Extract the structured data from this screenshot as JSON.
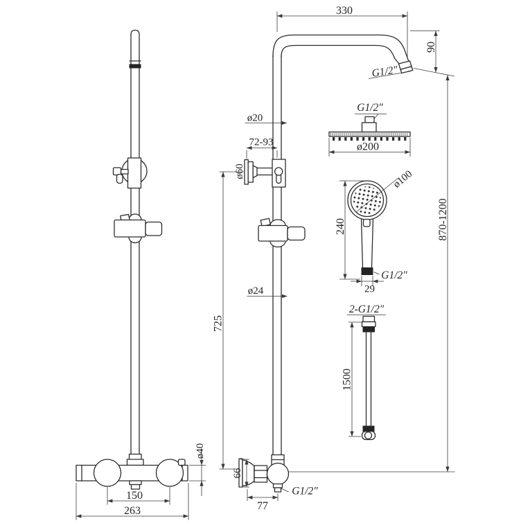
{
  "drawing": {
    "background": "#ffffff",
    "line_color": "#2b2b2b",
    "dim_line_color": "#3a3a3a"
  },
  "front_view": {
    "valve_hole_spacing": "150",
    "valve_width": "263",
    "valve_body_diameter": "ø40"
  },
  "side_view": {
    "arm_reach": "330",
    "arm_drop": "90",
    "arm_outlet_thread": "G1/2″",
    "upper_pipe_diameter": "ø20",
    "wall_bracket_range": "72-93",
    "wall_flange_diameter": "ø60",
    "lower_pipe_diameter": "ø24",
    "rail_length": "725",
    "overall_height_range": "870-1200",
    "elbow_flange_size": "66",
    "wall_projection": "77",
    "inlet_thread": "G1/2″"
  },
  "detail_overhead_shower": {
    "thread": "G1/2″",
    "diameter": "ø200"
  },
  "detail_hand_shower": {
    "face_diameter": "ø100",
    "length": "240",
    "thread": "G1/2″",
    "connector_width": "29"
  },
  "detail_hose": {
    "thread_ends": "2-G1/2″",
    "length": "1500"
  }
}
